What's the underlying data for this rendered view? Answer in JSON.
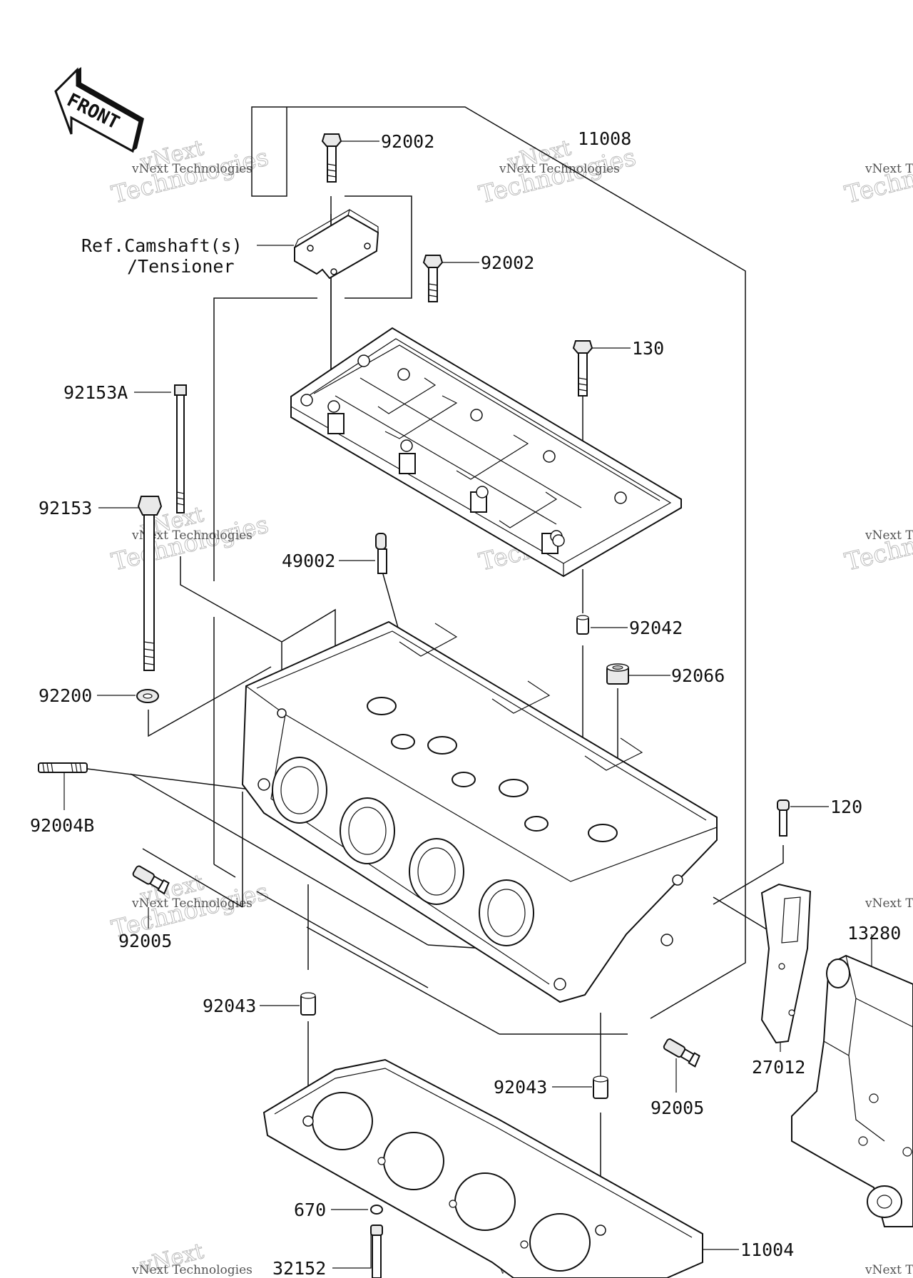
{
  "front_badge": "FRONT",
  "reference": {
    "line1": "Ref.Camshaft(s)",
    "line2": "/Tensioner"
  },
  "labels": {
    "p92002_top": "92002",
    "p11008": "11008",
    "p92002_mid": "92002",
    "p130": "130",
    "p92153A": "92153A",
    "p92153": "92153",
    "p49002": "49002",
    "p92042": "92042",
    "p92066": "92066",
    "p92200": "92200",
    "p92004B": "92004B",
    "p120": "120",
    "p92005_left": "92005",
    "p13280": "13280",
    "p92043_left": "92043",
    "p27012": "27012",
    "p92043_right": "92043",
    "p92005_right": "92005",
    "p670": "670",
    "p11004": "11004",
    "p32152": "32152"
  },
  "watermark": {
    "big": "Technologies",
    "big_prefix": "vNext",
    "small": "vNext Technologies"
  }
}
